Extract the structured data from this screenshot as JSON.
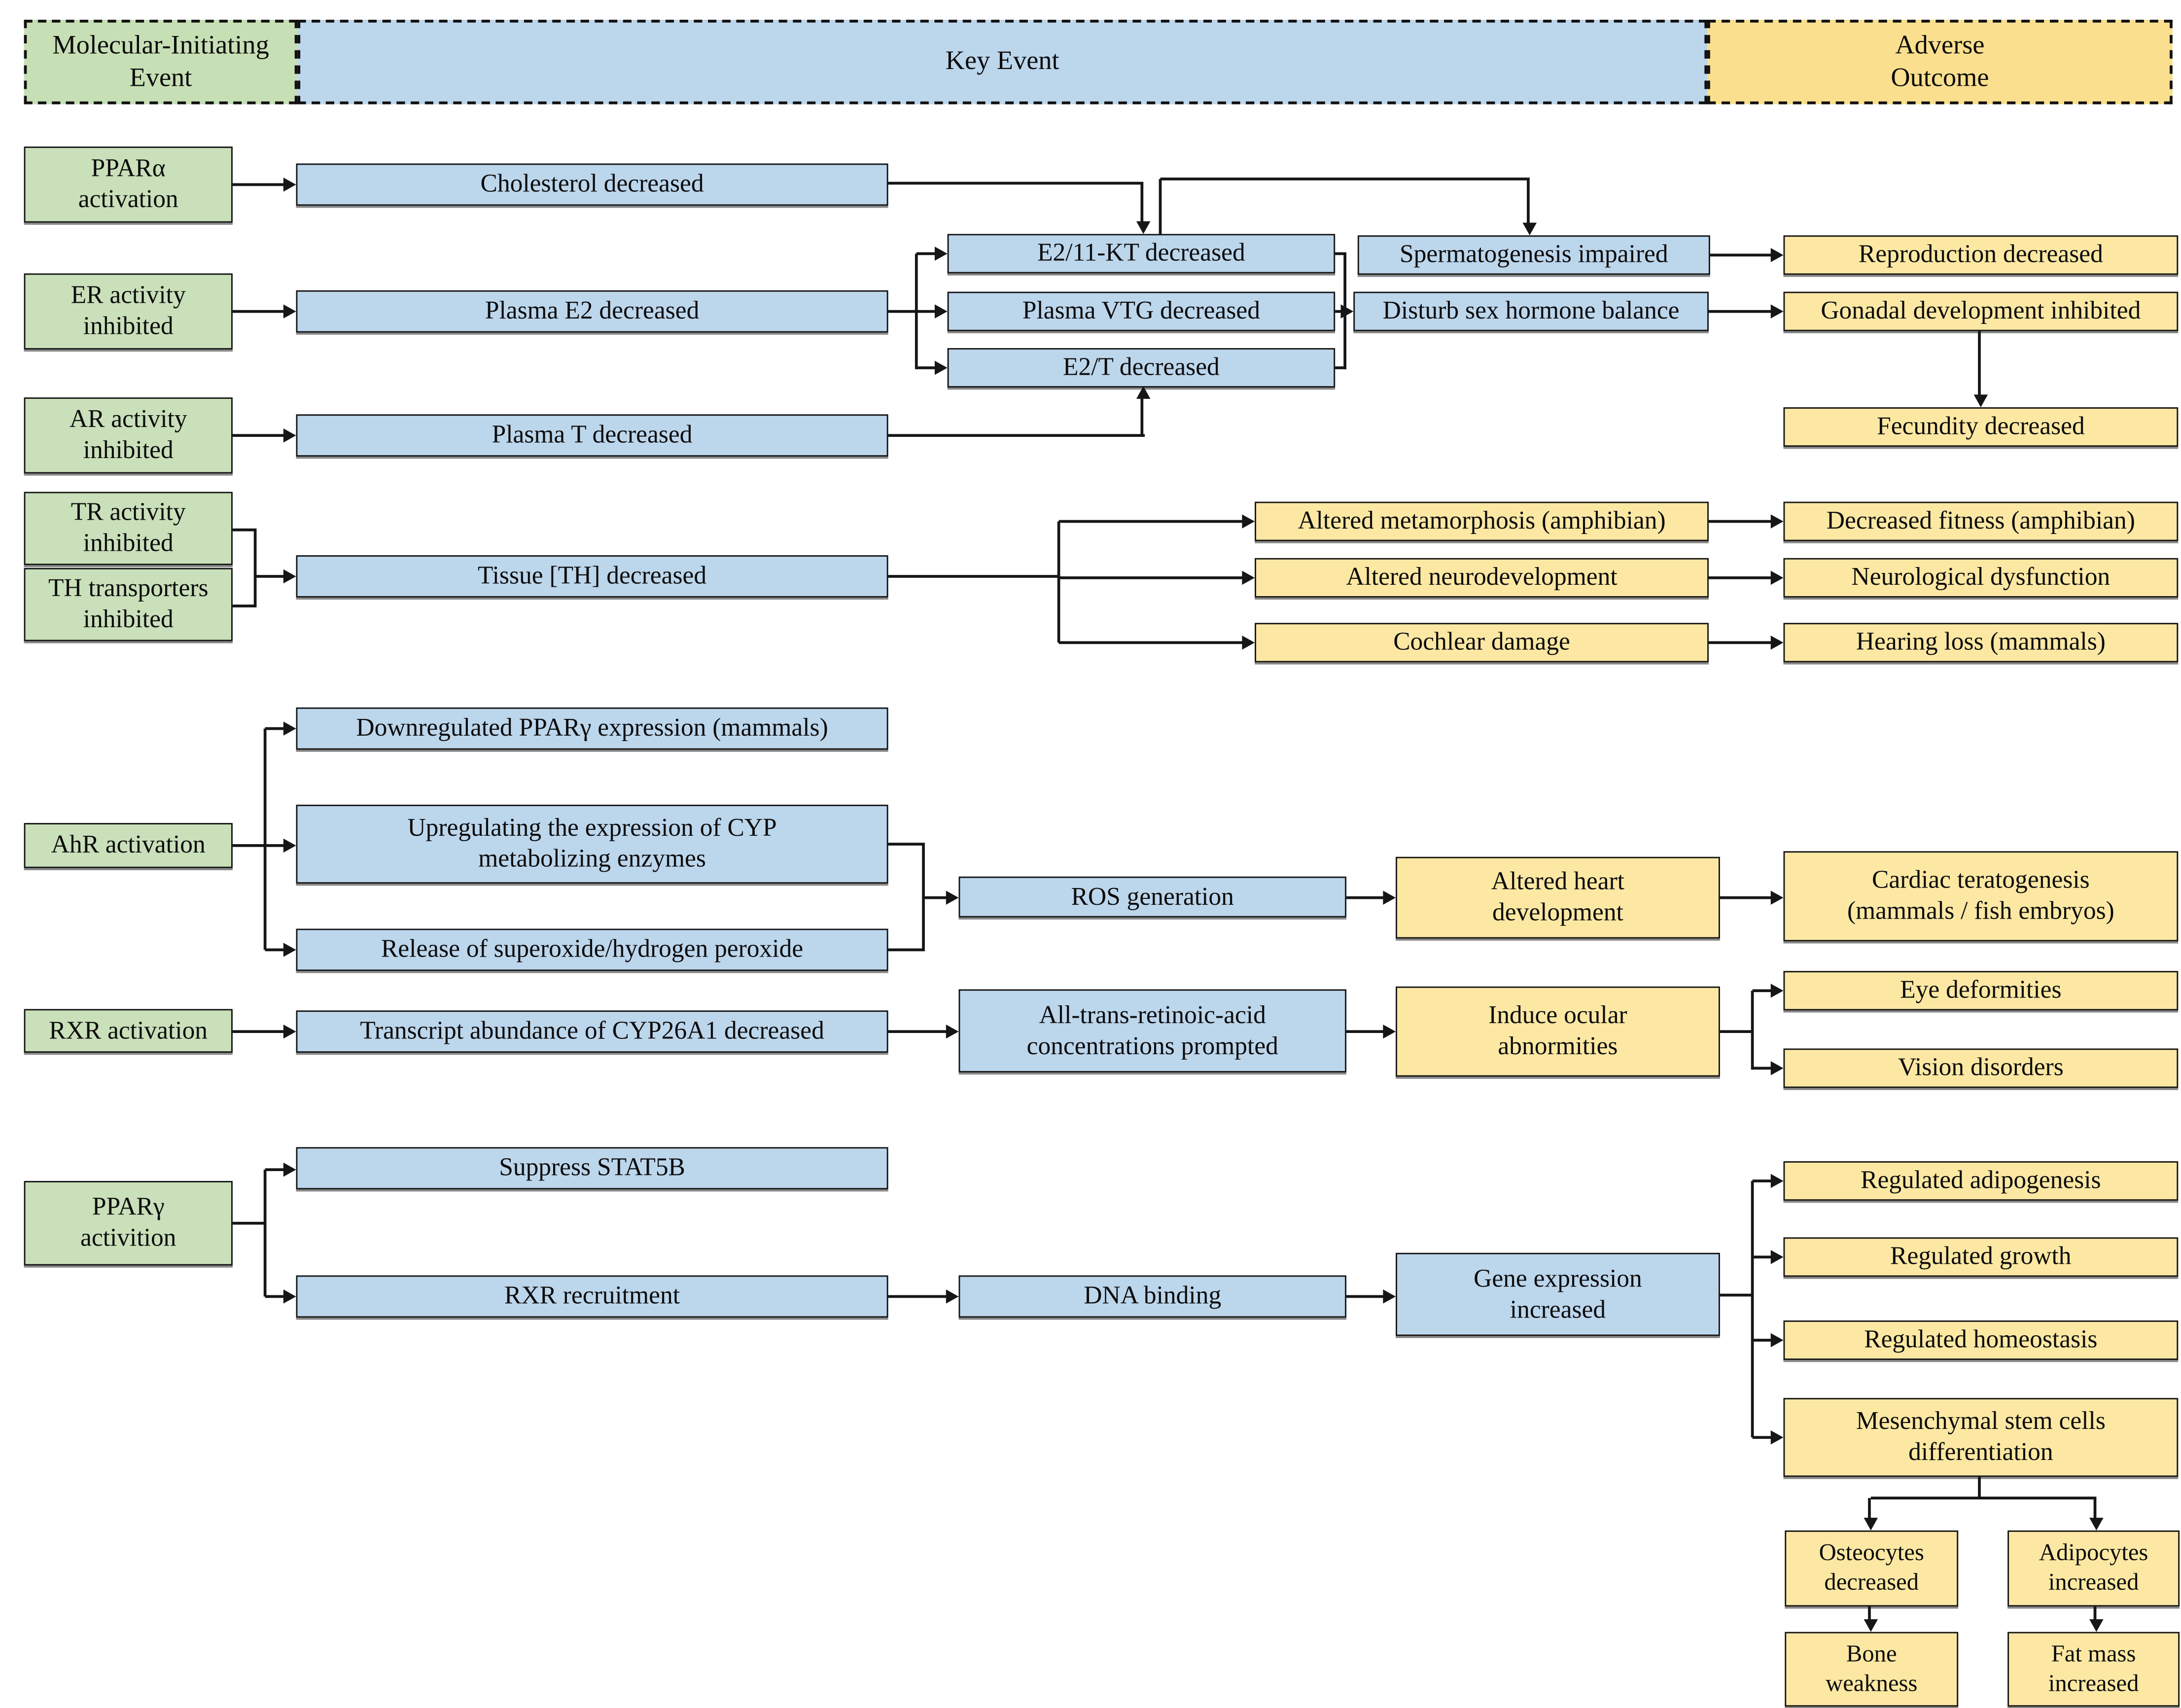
{
  "header": {
    "mie": "Molecular-Initiating\nEvent",
    "key_event": "Key Event",
    "adverse_outcome": "Adverse\nOutcome"
  },
  "colors": {
    "mie_green": "#c9e0ba",
    "ke_blue": "#bcd6ec",
    "ao_yellow": "#fce8a3",
    "header_green": "#c7dfb5",
    "header_blue": "#bcd6ec",
    "header_yellow": "#f9df8e",
    "line": "#161616"
  },
  "nodes": {
    "ppara": {
      "label": "PPARα\nactivation"
    },
    "er": {
      "label": "ER activity\ninhibited"
    },
    "ar": {
      "label": "AR activity\ninhibited"
    },
    "tr": {
      "label": "TR activity\ninhibited"
    },
    "th_trans": {
      "label": "TH transporters\ninhibited"
    },
    "ahr": {
      "label": "AhR activation"
    },
    "rxr": {
      "label": "RXR activation"
    },
    "pparg": {
      "label": "PPARγ\nactivition"
    },
    "cholesterol": {
      "label": "Cholesterol decreased"
    },
    "plasma_e2": {
      "label": "Plasma E2 decreased"
    },
    "plasma_t": {
      "label": "Plasma T decreased"
    },
    "e2_11kt": {
      "label": "E2/11-KT decreased"
    },
    "plasma_vtg": {
      "label": "Plasma VTG decreased"
    },
    "e2_t": {
      "label": "E2/T decreased"
    },
    "spermatogenesis": {
      "label": "Spermatogenesis impaired"
    },
    "disturb": {
      "label": "Disturb sex hormone balance"
    },
    "tissue_th": {
      "label": "Tissue [TH] decreased"
    },
    "downreg_pparg": {
      "label": "Downregulated PPARγ expression (mammals)"
    },
    "upreg_cyp": {
      "label": "Upregulating the expression of CYP\nmetabolizing enzymes"
    },
    "release_superoxide": {
      "label": "Release of superoxide/hydrogen peroxide"
    },
    "ros": {
      "label": "ROS generation"
    },
    "transcript_cyp26a1": {
      "label": "Transcript abundance of CYP26A1 decreased"
    },
    "atra": {
      "label": "All-trans-retinoic-acid\nconcentrations prompted"
    },
    "suppress_stat5b": {
      "label": "Suppress STAT5B"
    },
    "rxr_recruit": {
      "label": "RXR recruitment"
    },
    "dna_binding": {
      "label": "DNA binding"
    },
    "gene_expr": {
      "label": "Gene expression\nincreased"
    },
    "reproduction": {
      "label": "Reproduction decreased"
    },
    "gonadal": {
      "label": "Gonadal development inhibited"
    },
    "fecundity": {
      "label": "Fecundity decreased"
    },
    "alt_meta": {
      "label": "Altered metamorphosis (amphibian)"
    },
    "dec_fitness": {
      "label": "Decreased fitness (amphibian)"
    },
    "alt_neuro": {
      "label": "Altered neurodevelopment"
    },
    "neuro_dys": {
      "label": "Neurological dysfunction"
    },
    "cochlear": {
      "label": "Cochlear damage"
    },
    "hearing": {
      "label": "Hearing loss (mammals)"
    },
    "alt_heart": {
      "label": "Altered heart\ndevelopment"
    },
    "cardiac": {
      "label": "Cardiac teratogenesis\n(mammals / fish embryos)"
    },
    "induce_ocular": {
      "label": "Induce ocular\nabnormities"
    },
    "eye_def": {
      "label": "Eye deformities"
    },
    "vision": {
      "label": "Vision disorders"
    },
    "reg_adipo": {
      "label": "Regulated adipogenesis"
    },
    "reg_growth": {
      "label": "Regulated  growth"
    },
    "reg_homeo": {
      "label": "Regulated homeostasis"
    },
    "msc_diff": {
      "label": "Mesenchymal stem cells\ndifferentiation"
    },
    "osteocytes": {
      "label": "Osteocytes\ndecreased"
    },
    "adipocytes": {
      "label": "Adipocytes\nincreased"
    },
    "bone": {
      "label": "Bone\nweakness"
    },
    "fat": {
      "label": "Fat mass\nincreased"
    }
  }
}
